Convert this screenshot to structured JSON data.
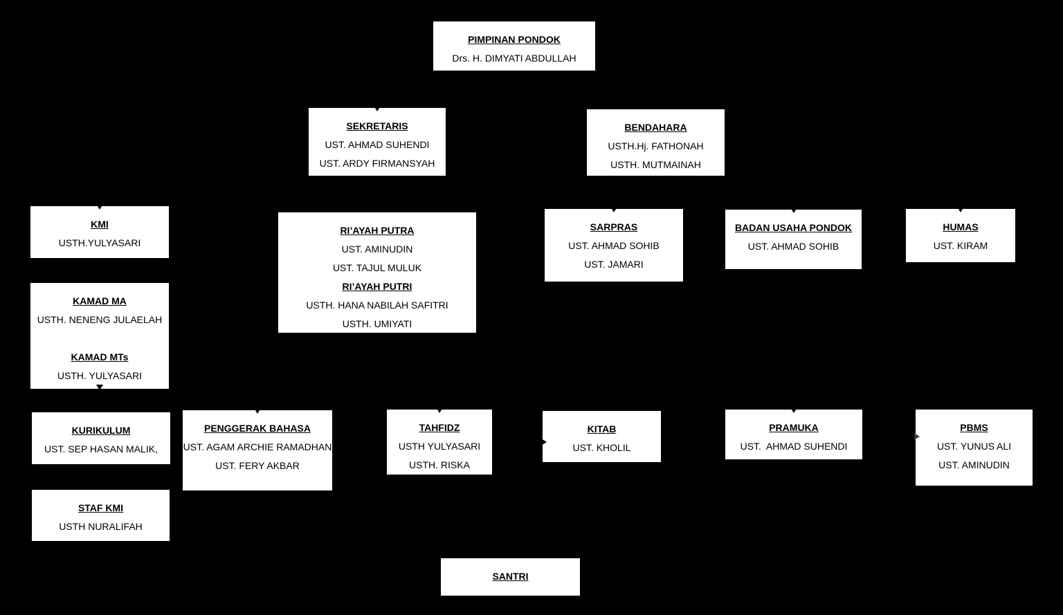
{
  "colors": {
    "background": "#000000",
    "box_fill": "#ffffff",
    "text": "#000000"
  },
  "boxes": {
    "pimpinan_pondok": {
      "sections": [
        {
          "title": "PIMPINAN PONDOK",
          "members": [
            "Drs. H. DIMYATI ABDULLAH"
          ]
        }
      ]
    },
    "sekretaris": {
      "sections": [
        {
          "title": "SEKRETARIS",
          "members": [
            "UST. AHMAD SUHENDI",
            "UST. ARDY FIRMANSYAH"
          ]
        }
      ]
    },
    "bendahara": {
      "sections": [
        {
          "title": "BENDAHARA",
          "members": [
            "USTH.Hj. FATHONAH",
            "USTH. MUTMAINAH"
          ]
        }
      ]
    },
    "kmi": {
      "sections": [
        {
          "title": "KMI",
          "members": [
            "USTH.YULYASARI"
          ]
        }
      ]
    },
    "riayah": {
      "sections": [
        {
          "title": "RI’AYAH PUTRA",
          "members": [
            "UST. AMINUDIN",
            "UST. TAJUL MULUK"
          ]
        },
        {
          "title": "RI’AYAH PUTRI",
          "members": [
            "USTH. HANA NABILAH SAFITRI",
            "USTH. UMIYATI"
          ]
        }
      ]
    },
    "sarpras": {
      "sections": [
        {
          "title": "SARPRAS",
          "members": [
            "UST. AHMAD SOHIB",
            "UST. JAMARI"
          ]
        }
      ]
    },
    "badan_usaha_pondok": {
      "sections": [
        {
          "title": "BADAN USAHA PONDOK",
          "members": [
            "UST. AHMAD SOHIB"
          ]
        }
      ]
    },
    "humas": {
      "sections": [
        {
          "title": "HUMAS",
          "members": [
            "UST. KIRAM"
          ]
        }
      ]
    },
    "kamad": {
      "sections": [
        {
          "title": "KAMAD MA",
          "members": [
            "USTH. NENENG JULAELAH"
          ]
        },
        {
          "title": "KAMAD MTs",
          "members": [
            "USTH. YULYASARI"
          ]
        }
      ]
    },
    "kurikulum": {
      "sections": [
        {
          "title": "KURIKULUM",
          "members": [
            "UST. SEP HASAN MALIK,"
          ]
        }
      ]
    },
    "penggerak_bahasa": {
      "sections": [
        {
          "title": "PENGGERAK BAHASA",
          "members": [
            "UST. AGAM ARCHIE RAMADHAN",
            "UST. FERY AKBAR"
          ]
        }
      ]
    },
    "tahfidz": {
      "sections": [
        {
          "title": "TAHFIDZ",
          "members": [
            "USTH YULYASARI",
            "USTH. RISKA"
          ]
        }
      ]
    },
    "kitab": {
      "sections": [
        {
          "title": "KITAB",
          "members": [
            "UST. KHOLIL"
          ]
        }
      ]
    },
    "pramuka": {
      "sections": [
        {
          "title": "PRAMUKA",
          "members": [
            "UST.  AHMAD SUHENDI"
          ]
        }
      ]
    },
    "pbms": {
      "sections": [
        {
          "title": "PBMS",
          "members": [
            "UST. YUNUS ALI",
            "UST. AMINUDIN"
          ]
        }
      ]
    },
    "staf_kmi": {
      "sections": [
        {
          "title": "STAF KMI",
          "members": [
            "USTH NURALIFAH"
          ]
        }
      ]
    },
    "santri": {
      "sections": [
        {
          "title": "SANTRI",
          "members": []
        }
      ]
    }
  }
}
